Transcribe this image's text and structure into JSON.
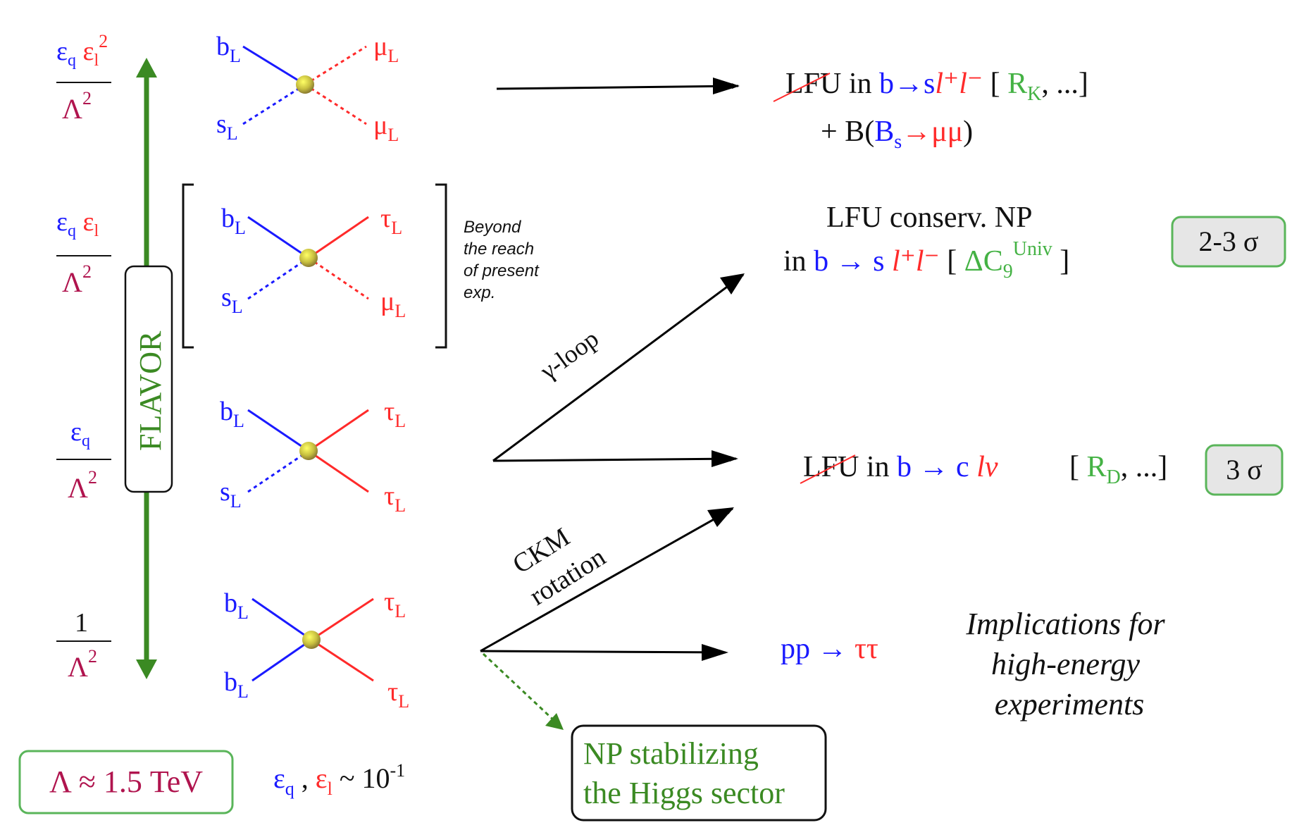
{
  "colors": {
    "quark": "#1a1aff",
    "lepton": "#ff2a2a",
    "scale": "#b0144e",
    "flavor_arrow": "#3b8a23",
    "observable": "#44b244",
    "box_green_border": "#5ab55a",
    "box_gray_fill": "#e6e6e6"
  },
  "scales": [
    {
      "eps_q": "ε",
      "eps_q_sub": "q",
      "eps_l": "ε",
      "eps_l_sub": "l",
      "eps_l_sup": "2",
      "lambda": "Λ",
      "lambda_sup": "2"
    },
    {
      "eps_q": "ε",
      "eps_q_sub": "q",
      "eps_l": "ε",
      "eps_l_sub": "l",
      "lambda": "Λ",
      "lambda_sup": "2"
    },
    {
      "eps_q": "ε",
      "eps_q_sub": "q",
      "lambda": "Λ",
      "lambda_sup": "2"
    },
    {
      "one": "1",
      "lambda": "Λ",
      "lambda_sup": "2"
    }
  ],
  "flavor_label": "FLAVOR",
  "lambda_box": "Λ ≈ 1.5 TeV",
  "epsilon_note": {
    "eq": "ε",
    "eq_sub": "q",
    "comma": " , ",
    "el": "ε",
    "el_sub": "l",
    "approx": " ~ 10",
    "exp": "-1"
  },
  "beyond_note": [
    "Beyond",
    "the reach",
    "of present",
    "exp."
  ],
  "vertices": [
    {
      "tl": "b",
      "tl_sub": "L",
      "bl": "s",
      "bl_sub": "L",
      "tr": "μ",
      "tr_sub": "L",
      "br": "μ",
      "br_sub": "L"
    },
    {
      "tl": "b",
      "tl_sub": "L",
      "bl": "s",
      "bl_sub": "L",
      "tr": "τ",
      "tr_sub": "L",
      "br": "μ",
      "br_sub": "L"
    },
    {
      "tl": "b",
      "tl_sub": "L",
      "bl": "s",
      "bl_sub": "L",
      "tr": "τ",
      "tr_sub": "L",
      "br": "τ",
      "br_sub": "L"
    },
    {
      "tl": "b",
      "tl_sub": "L",
      "bl": "b",
      "bl_sub": "L",
      "tr": "τ",
      "tr_sub": "L",
      "br": "τ",
      "br_sub": "L"
    }
  ],
  "arrow_labels": {
    "gamma_loop": "γ-loop",
    "ckm_1": "CKM",
    "ckm_2": "rotation"
  },
  "results": {
    "r1": {
      "lfu": "LFU",
      "in": " in ",
      "proc": "b→s",
      "ll": "l⁺l⁻",
      "open": " [ ",
      "obs": "R",
      "obs_sub": "K",
      "rest": ", ...]",
      "line2_a": "+ B(",
      "bs": "B",
      "bs_sub": "s",
      "mumu": "→μμ",
      "close": ")"
    },
    "r2": {
      "line1": "LFU conserv. NP",
      "in": "in ",
      "b": "b",
      "arr": " → ",
      "s": "s",
      "ll": " l⁺l⁻",
      "open": " [ ",
      "obs": "ΔC",
      "obs_sub": "9",
      "obs_sup": "Univ",
      "close": " ]",
      "badge": "2-3 σ"
    },
    "r3": {
      "lfu": "LFU",
      "in": " in ",
      "b": "b",
      "arr": " → ",
      "c": "c",
      "lv": " lν",
      "open": "[ ",
      "obs": "R",
      "obs_sub": "D",
      "rest": ", ...]",
      "badge": "3 σ"
    },
    "r4": {
      "pp": "pp → ",
      "tt": "ττ"
    }
  },
  "implications": [
    "Implications for",
    "high-energy",
    "experiments"
  ],
  "np_box": [
    "NP stabilizing",
    "the Higgs sector"
  ]
}
